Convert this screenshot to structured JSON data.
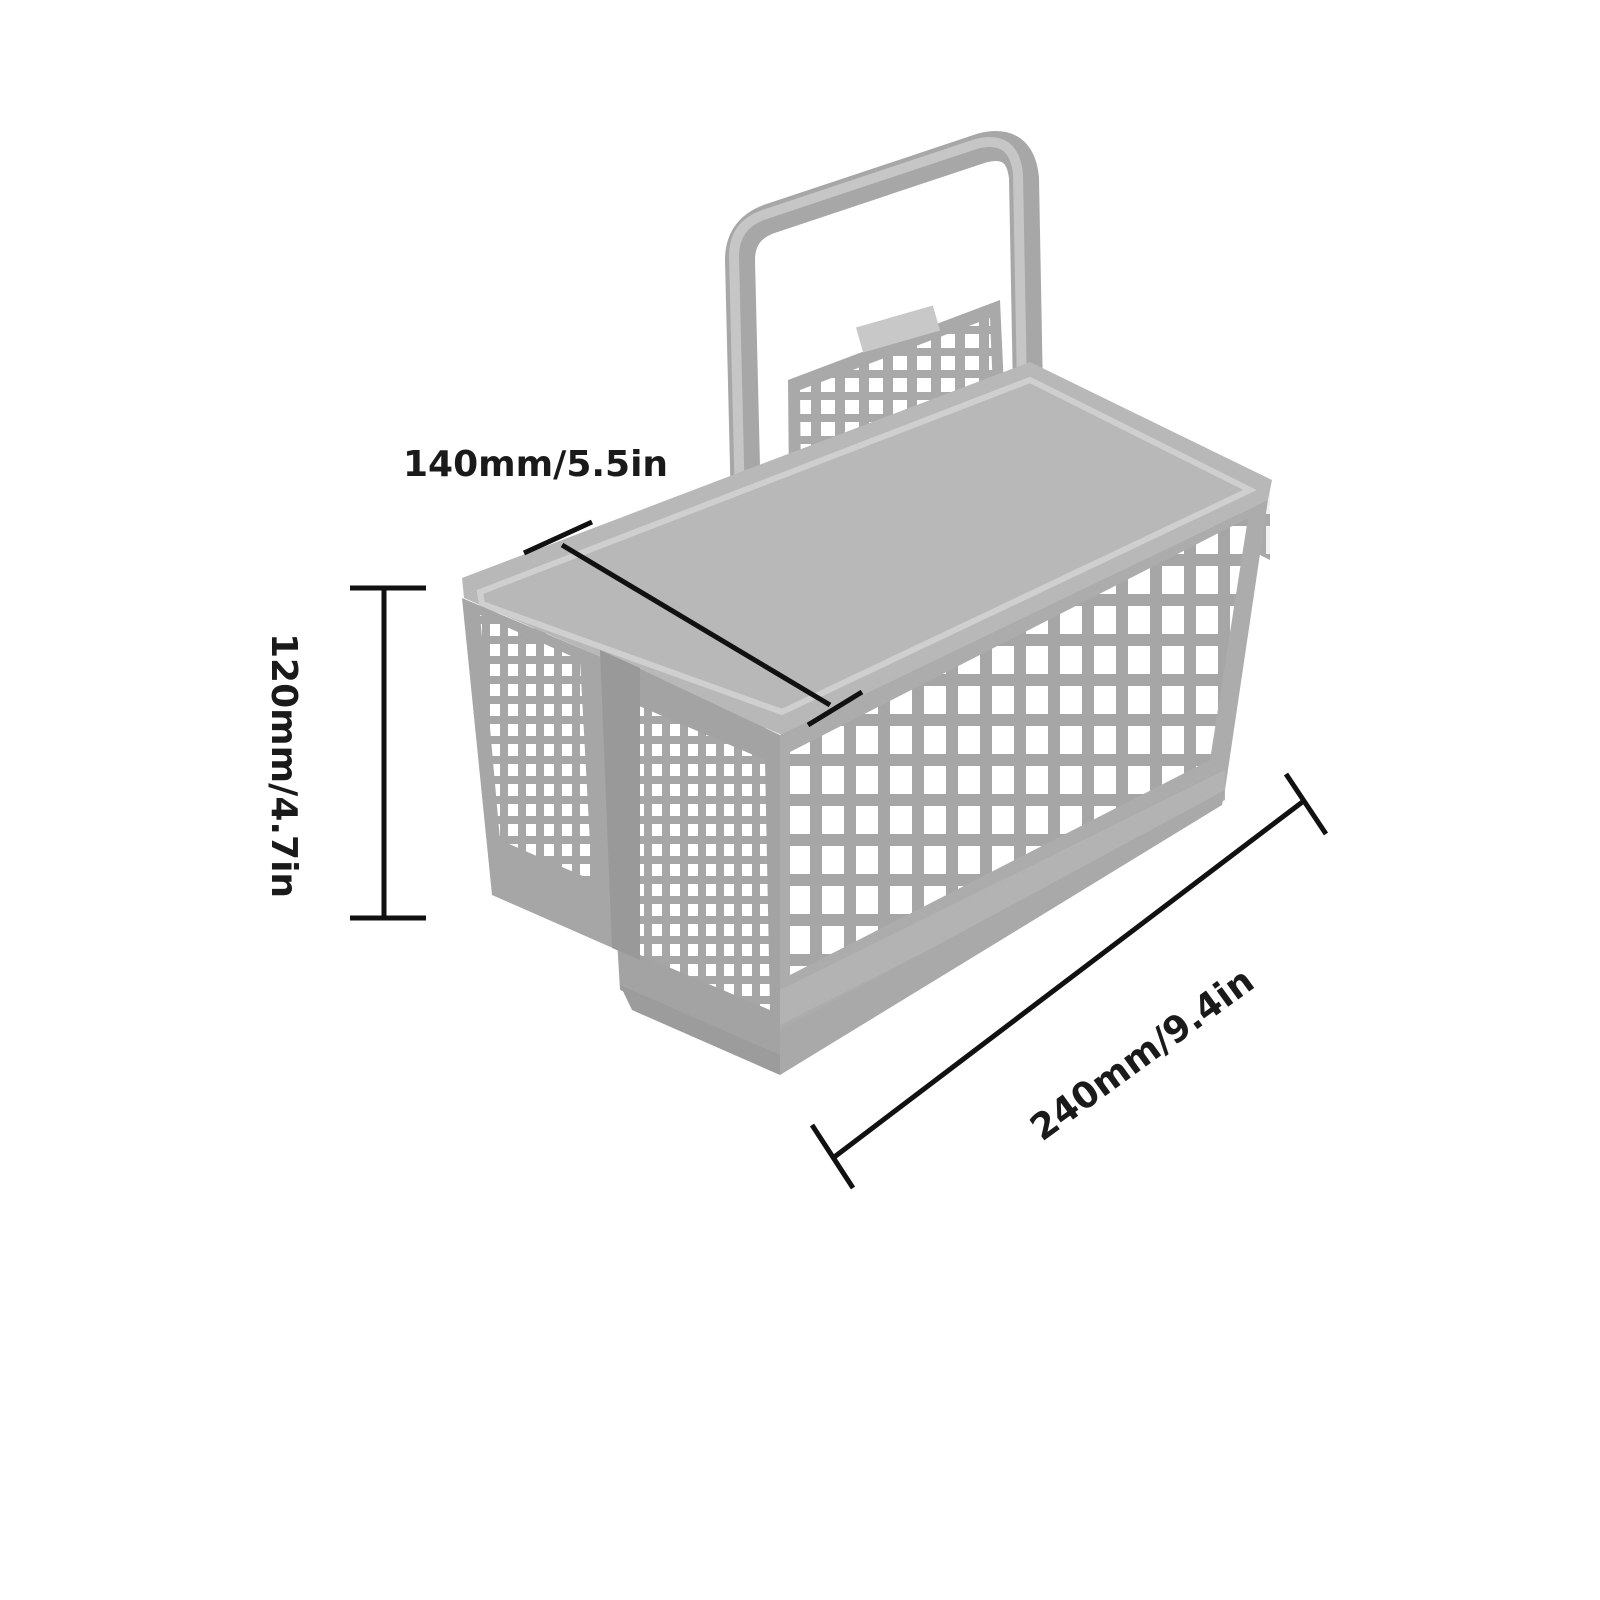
{
  "dimensions": {
    "depth": "140mm/5.5in",
    "height": "120mm/4.7in",
    "length": "240mm/9.4in"
  },
  "colors": {
    "basket": "#a9a9a9",
    "basket_dark": "#8e8e8e",
    "basket_light": "#c4c4c4",
    "basket_inner": "#b6b6b6",
    "dimension_line": "#111111"
  }
}
